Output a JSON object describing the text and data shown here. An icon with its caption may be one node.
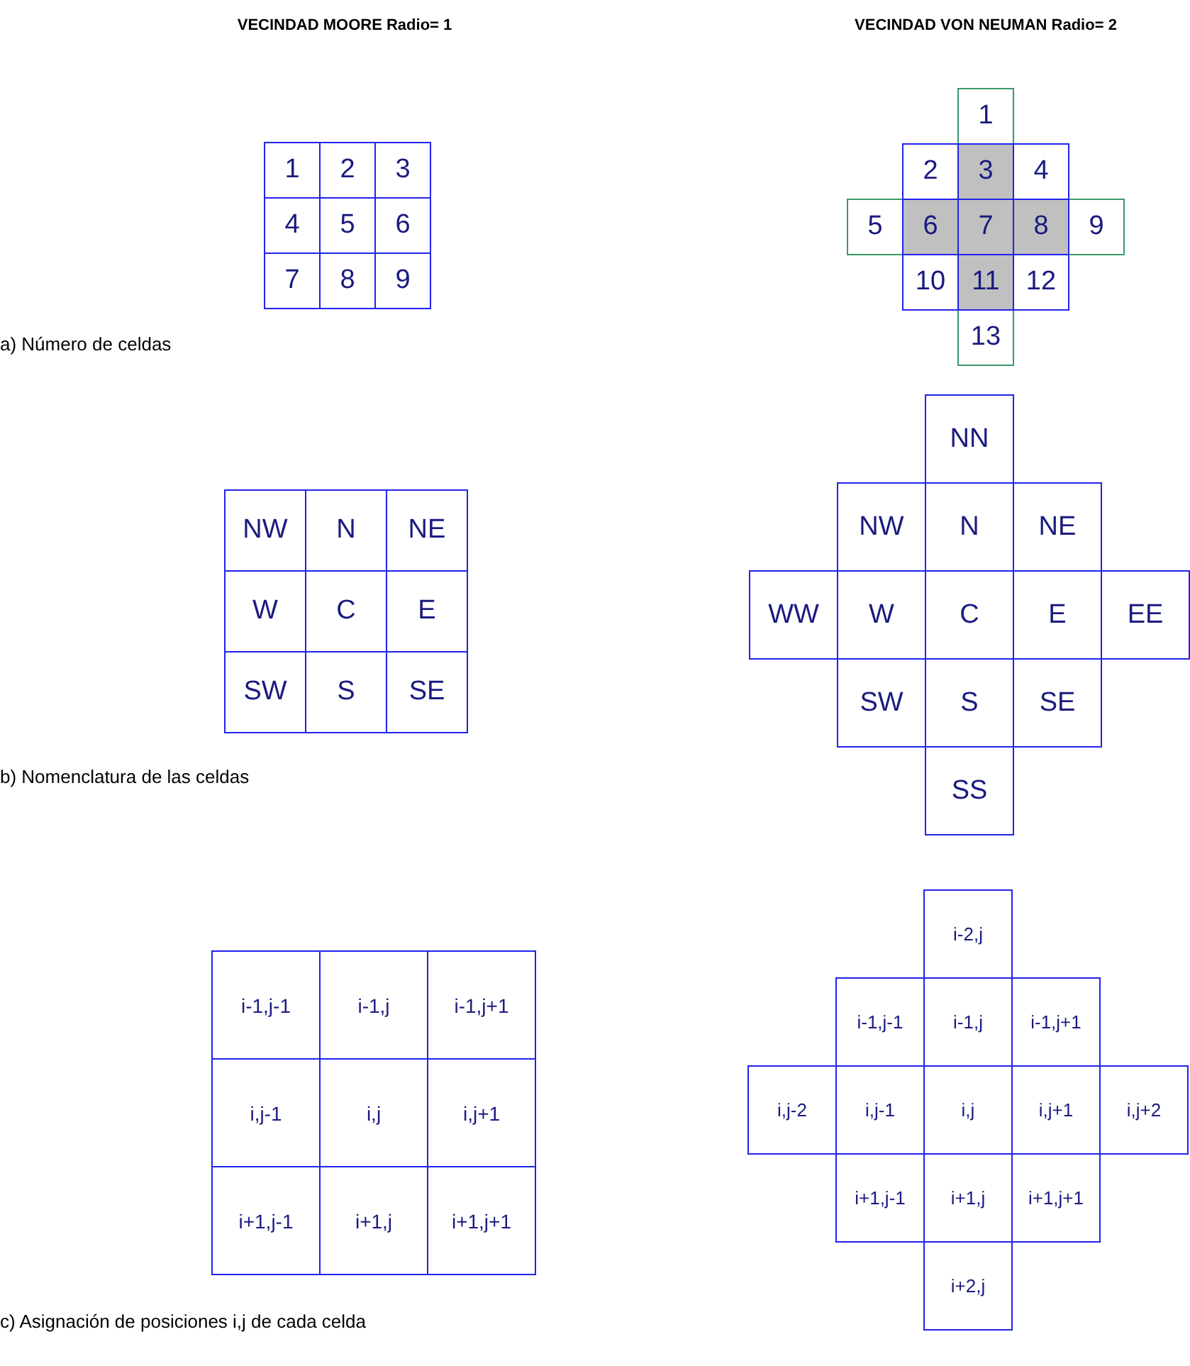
{
  "diagram": {
    "nodes": [
      {
        "text": [
          "1"
        ]
      },
      {
        "text": [
          "2"
        ]
      },
      {
        "text": [
          "3"
        ]
      },
      {
        "text": [
          "4"
        ]
      },
      {
        "text": [
          "5"
        ]
      },
      {
        "text": [
          "6"
        ]
      },
      {
        "text": [
          "7"
        ]
      },
      {
        "text": [
          "8"
        ]
      },
      {
        "text": [
          "9"
        ]
      },
      {
        "text": [
          "1"
        ]
      },
      {
        "text": [
          "2"
        ]
      },
      {
        "text": [
          "3"
        ]
      },
      {
        "text": [
          "4"
        ]
      },
      {
        "text": [
          "5"
        ]
      },
      {
        "text": [
          "6"
        ]
      },
      {
        "text": [
          "7"
        ]
      },
      {
        "text": [
          "8"
        ]
      },
      {
        "text": [
          "9"
        ]
      },
      {
        "text": [
          "10"
        ]
      },
      {
        "text": [
          "11"
        ]
      },
      {
        "text": [
          "12"
        ]
      },
      {
        "text": [
          "13"
        ]
      },
      {
        "text": [
          "NW"
        ]
      },
      {
        "text": [
          "N"
        ]
      },
      {
        "text": [
          "NE"
        ]
      },
      {
        "text": [
          "W"
        ]
      },
      {
        "text": [
          "C"
        ]
      },
      {
        "text": [
          "E"
        ]
      },
      {
        "text": [
          "SW"
        ]
      },
      {
        "text": [
          "S"
        ]
      },
      {
        "text": [
          "SE"
        ]
      },
      {
        "text": [
          "NN"
        ]
      },
      {
        "text": [
          "NW"
        ]
      },
      {
        "text": [
          "N"
        ]
      },
      {
        "text": [
          "NE"
        ]
      },
      {
        "text": [
          "WW"
        ]
      },
      {
        "text": [
          "W"
        ]
      },
      {
        "text": [
          "C"
        ]
      },
      {
        "text": [
          "E"
        ]
      },
      {
        "text": [
          "EE"
        ]
      },
      {
        "text": [
          "SW"
        ]
      },
      {
        "text": [
          "S"
        ]
      },
      {
        "text": [
          "SE"
        ]
      },
      {
        "text": [
          "SS"
        ]
      },
      {
        "text": [
          "i-1,j-1"
        ]
      },
      {
        "text": [
          "i-1,j"
        ]
      },
      {
        "text": [
          "i-1,j+1"
        ]
      },
      {
        "text": [
          "i,j-1"
        ]
      },
      {
        "text": [
          "i,j"
        ]
      },
      {
        "text": [
          "i,j+1"
        ]
      },
      {
        "text": [
          "i+1,j-1"
        ]
      },
      {
        "text": [
          "i+1,j"
        ]
      },
      {
        "text": [
          "i+1,j+1"
        ]
      },
      {
        "text": [
          "i-2,j"
        ]
      },
      {
        "text": [
          "i-1,j-1"
        ]
      },
      {
        "text": [
          "i-1,j"
        ]
      },
      {
        "text": [
          "i-1,j+1"
        ]
      },
      {
        "text": [
          "i,j-2"
        ]
      },
      {
        "text": [
          "i,j-1"
        ]
      },
      {
        "text": [
          "i,j"
        ]
      },
      {
        "text": [
          "i,j+1"
        ]
      },
      {
        "text": [
          "i,j+2"
        ]
      },
      {
        "text": [
          "i+1,j-1"
        ]
      },
      {
        "text": [
          "i+1,j"
        ]
      },
      {
        "text": [
          "i+1,j+1"
        ]
      },
      {
        "text": [
          "i+2,j"
        ]
      }
    ],
    "labels": [
      "VECINDAD MOORE Radio= 1",
      "VECINDAD VON NEUMAN Radio= 2",
      "a) Número de celdas",
      "b) Nomenclatura de las celdas",
      "c) Asignación de posiciones i,j de cada celda"
    ]
  }
}
